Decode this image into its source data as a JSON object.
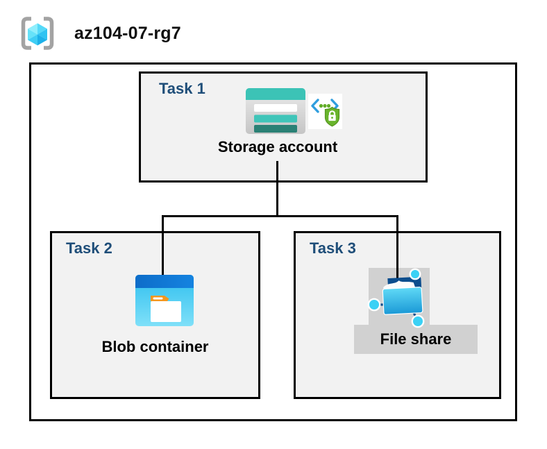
{
  "header": {
    "title": "az104-07-rg7",
    "icon": "resource-group-icon"
  },
  "diagram": {
    "tasks": [
      {
        "label": "Task 1",
        "item_label": "Storage account",
        "icons": [
          "storage-account-icon",
          "sas-shield-icon"
        ]
      },
      {
        "label": "Task 2",
        "item_label": "Blob container",
        "icons": [
          "blob-container-icon"
        ]
      },
      {
        "label": "Task 3",
        "item_label": "File share",
        "icons": [
          "file-share-icon"
        ]
      }
    ],
    "connections": [
      {
        "from": "Storage account",
        "to": "Blob container"
      },
      {
        "from": "Storage account",
        "to": "File share"
      }
    ]
  },
  "colors": {
    "task_title_navy": "#1F4E79",
    "box_fill_gray": "#F2F2F2",
    "box_border": "#000000",
    "connector_line": "#000000",
    "gray_panel": "#D1D1D1",
    "storage_teal": "#3CC3B6",
    "storage_teal_dark": "#2A8175",
    "blob_top_blue": "#1177D4",
    "blob_body_cyan": "#39C6F0",
    "folder_tab_orange": "#F5971F",
    "chevron_blue": "#2F9EDE",
    "shield_green": "#69B42C",
    "fileshare_navy": "#0B4D8D",
    "fileshare_node_cyan": "#3BD1F5",
    "cube_cyan": "#4FD5F6",
    "bracket_gray": "#A3A3A3"
  }
}
